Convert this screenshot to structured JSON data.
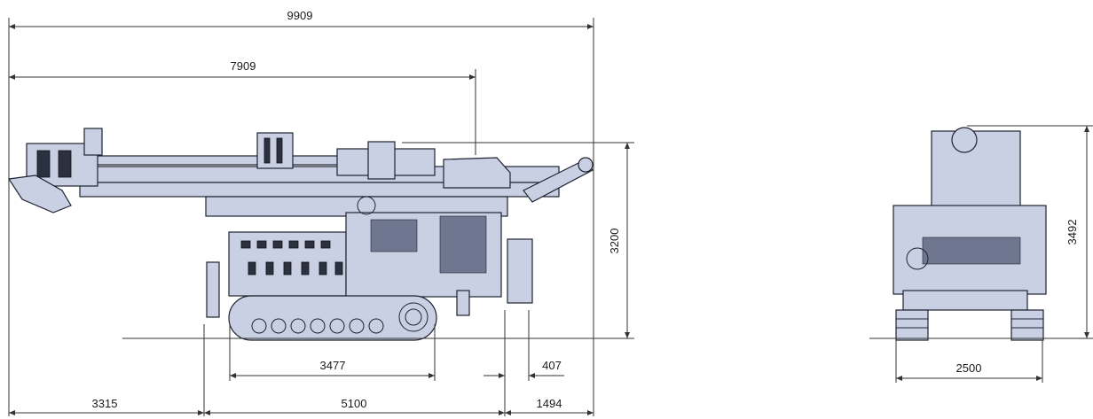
{
  "dimensions": {
    "overall_length": "9909",
    "mast_length": "7909",
    "overall_height": "3200",
    "track_length": "3477",
    "rear_offset": "407",
    "front_overhang": "3315",
    "mid_span": "5100",
    "rear_span": "1494",
    "front_view_height": "3492",
    "track_width": "2500"
  },
  "colors": {
    "machine_body": "#c9d0e3",
    "machine_outline": "#1f2330",
    "dimension_line": "#333333"
  }
}
